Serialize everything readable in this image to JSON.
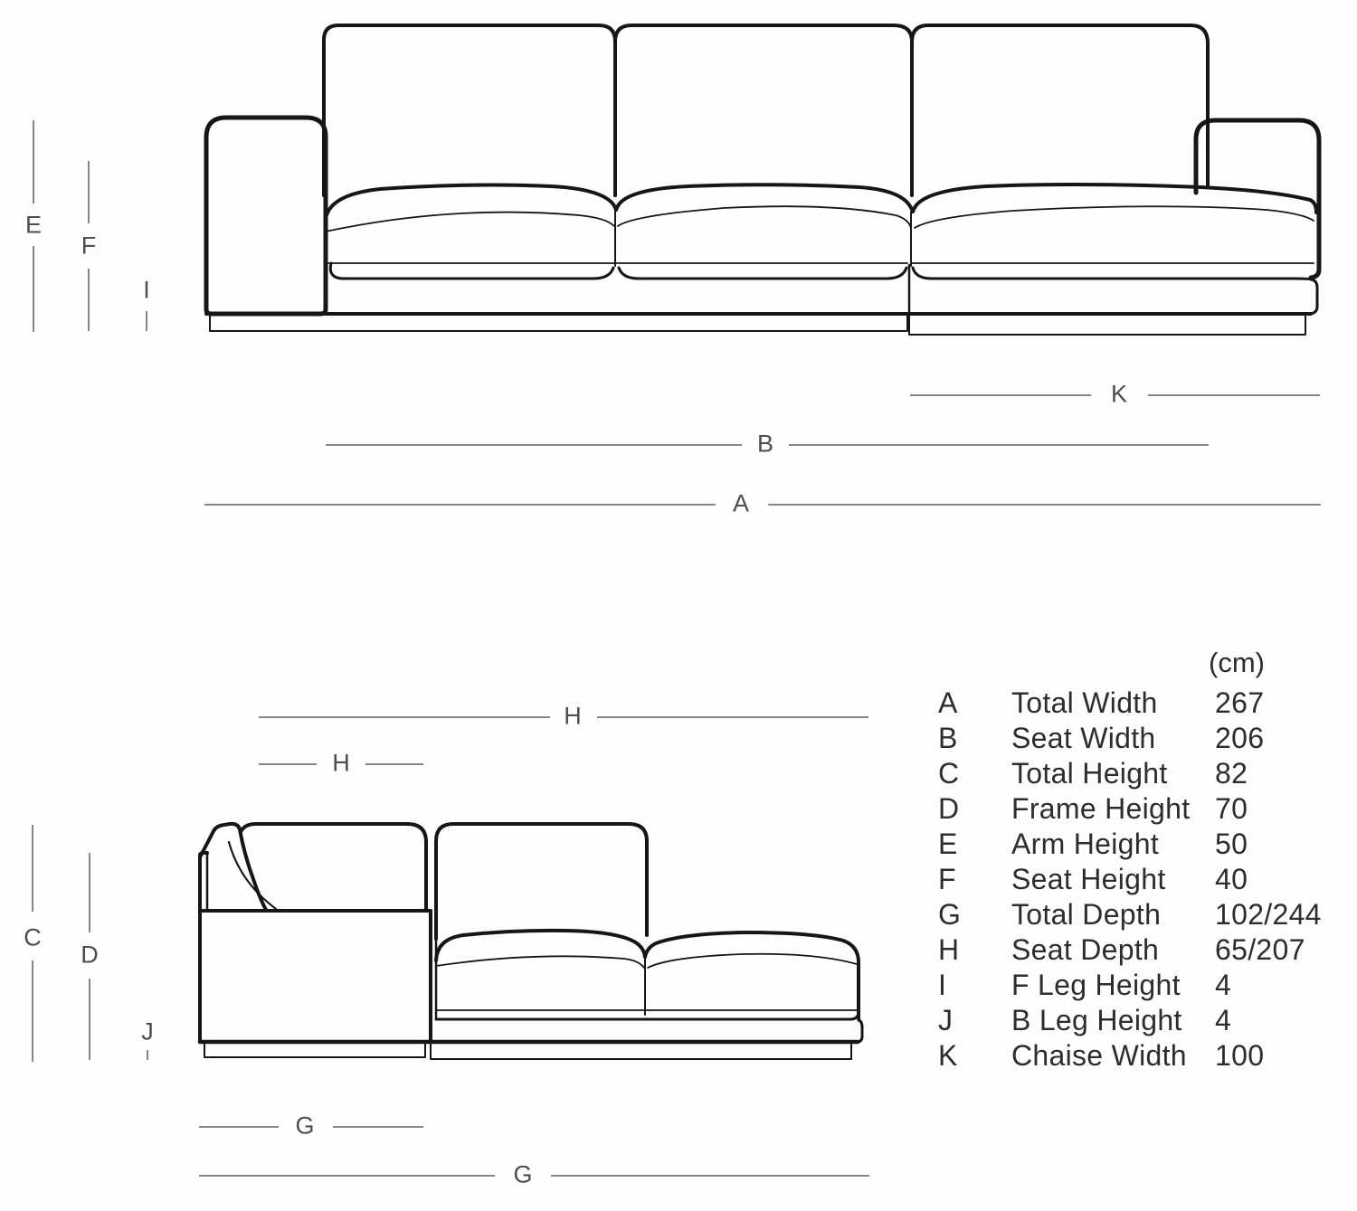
{
  "colors": {
    "background": "#fefefe",
    "sofa_outline": "#161616",
    "dimension_line": "#878787",
    "dimension_label": "#4d4d4d",
    "legend_text": "#2d2d2d"
  },
  "dimension_labels": {
    "arm_height": "E",
    "seat_height": "F",
    "front_leg_height": "I",
    "chaise_width": "K",
    "seat_width": "B",
    "total_width": "A",
    "seat_depth_total": "H",
    "seat_depth_seat": "H",
    "total_height": "C",
    "frame_height": "D",
    "back_leg_height": "J",
    "depth_section": "G",
    "depth_total": "G"
  },
  "legend": {
    "unit_header": "(cm)",
    "rows": [
      {
        "letter": "A",
        "label": "Total Width",
        "value": "267"
      },
      {
        "letter": "B",
        "label": "Seat Width",
        "value": "206"
      },
      {
        "letter": "C",
        "label": "Total Height",
        "value": "82"
      },
      {
        "letter": "D",
        "label": "Frame Height",
        "value": "70"
      },
      {
        "letter": "E",
        "label": "Arm Height",
        "value": "50"
      },
      {
        "letter": "F",
        "label": "Seat Height",
        "value": "40"
      },
      {
        "letter": "G",
        "label": "Total Depth",
        "value": "102/244"
      },
      {
        "letter": "H",
        "label": "Seat Depth",
        "value": "65/207"
      },
      {
        "letter": "I",
        "label": "F Leg Height",
        "value": "4"
      },
      {
        "letter": "J",
        "label": "B Leg Height",
        "value": "4"
      },
      {
        "letter": "K",
        "label": "Chaise Width",
        "value": "100"
      }
    ]
  }
}
